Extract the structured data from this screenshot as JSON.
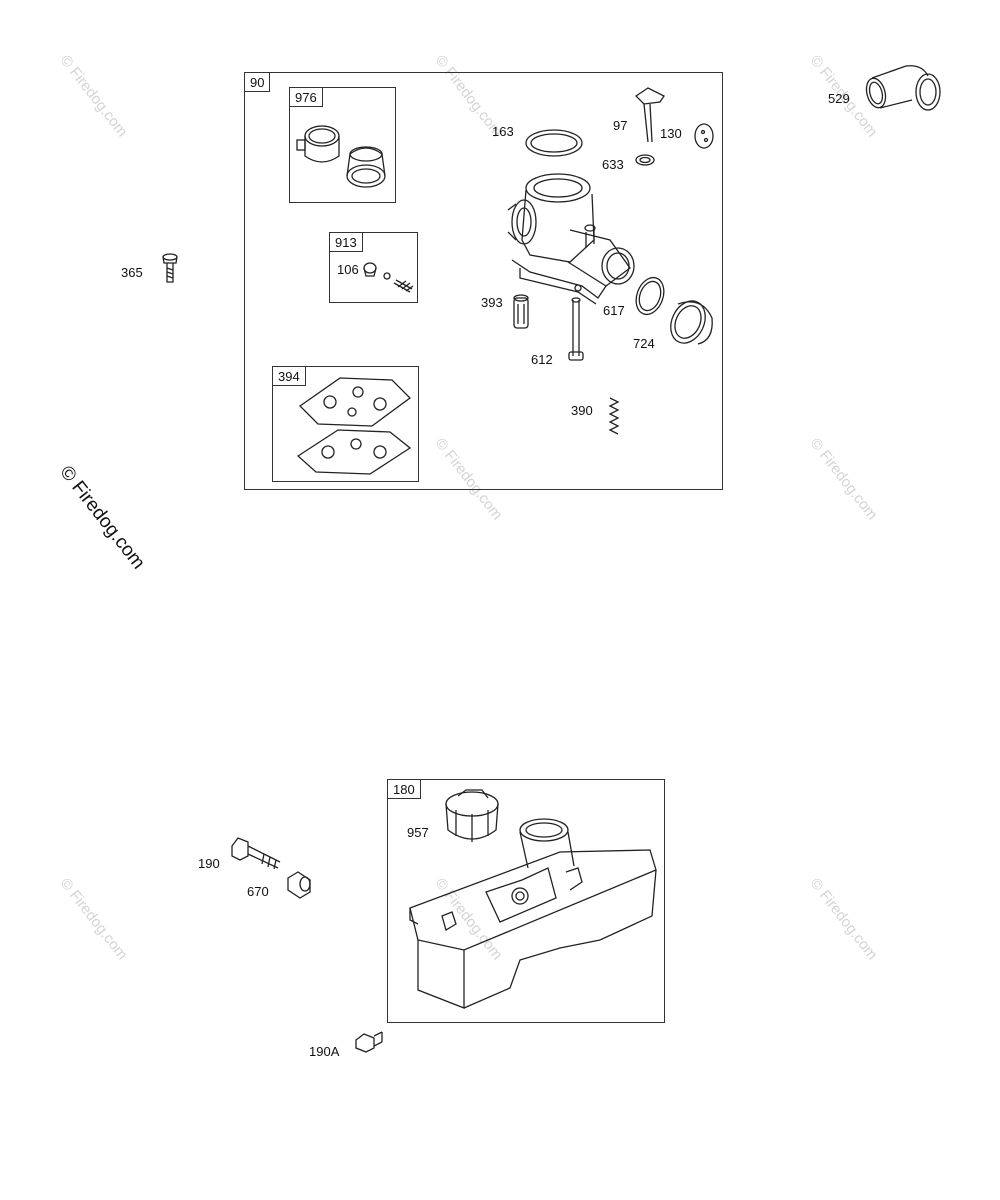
{
  "watermark": "© Firedog.com",
  "top_diagram": {
    "main_box_tag": "90",
    "sub_boxes": {
      "box_976": "976",
      "box_913": "913",
      "box_394": "394"
    },
    "callouts": {
      "c106": "106",
      "c163": "163",
      "c97": "97",
      "c130": "130",
      "c633": "633",
      "c393": "393",
      "c617": "617",
      "c612": "612",
      "c724": "724",
      "c390": "390"
    },
    "outside": {
      "c365": "365",
      "c529": "529"
    }
  },
  "bottom_diagram": {
    "main_box_tag": "180",
    "callouts": {
      "c957": "957"
    },
    "outside": {
      "c190": "190",
      "c670": "670",
      "c190A": "190A"
    }
  }
}
